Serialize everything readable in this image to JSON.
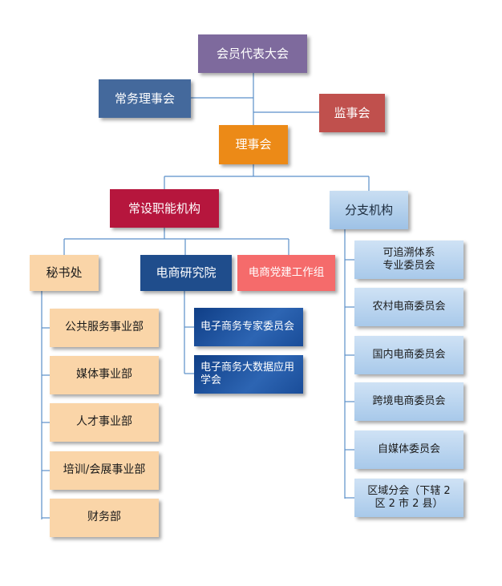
{
  "nodes": {
    "assembly": "会员代表大会",
    "standing_council": "常务理事会",
    "supervisors": "监事会",
    "council": "理事会",
    "functional_bodies": "常设职能机构",
    "branches": "分支机构",
    "secretariat": "秘书处",
    "research_institute": "电商研究院",
    "party_group": "电商党建工作组",
    "secretariat_depts": [
      "公共服务事业部",
      "媒体事业部",
      "人才事业部",
      "培训/会展事业部",
      "财务部"
    ],
    "institute_units": [
      "电子商务专家委员会",
      "电子商务大数据应用学会"
    ],
    "branch_units": [
      "可追溯体系\n专业委员会",
      "农村电商委员会",
      "国内电商委员会",
      "跨境电商委员会",
      "自媒体委员会",
      "区域分会（下辖 2 区 2 市 2 县）"
    ]
  },
  "colors": {
    "top": "#7e6a9d",
    "standing": "#44699c",
    "supervisors": "#c0504d",
    "council": "#ec8a17",
    "functional": "#b6163d",
    "branches": "#9ec2e6",
    "secretariat": "#fad5a8",
    "institute": "#1f4d8c",
    "party": "#f56b6b",
    "connector": "#5b8fc9"
  }
}
